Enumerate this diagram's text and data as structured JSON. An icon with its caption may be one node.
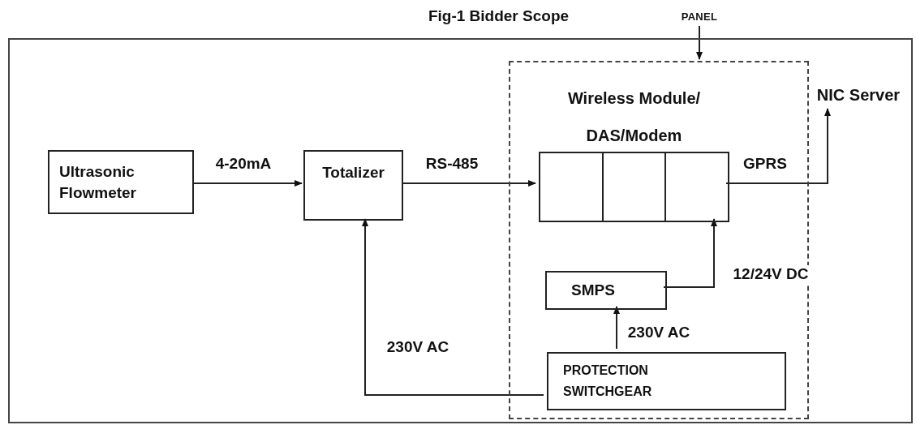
{
  "diagram": {
    "title": "Fig-1 Bidder Scope",
    "nodes": [
      {
        "text": [],
        "shape": "box"
      },
      {
        "text": [
          "PANEL"
        ]
      },
      {
        "text": [],
        "shape": "box",
        "in": 0
      },
      {
        "text": [
          "Ultrasonic Flowmeter"
        ],
        "in": 0
      },
      {
        "text": [
          "Totalizer"
        ],
        "in": 0
      },
      {
        "text": [
          "Wireless Module/ DAS/Modem"
        ],
        "in": 2
      },
      {
        "text": [
          "NIC Server"
        ],
        "in": 0
      },
      {
        "text": [
          "SMPS"
        ],
        "in": 2
      },
      {
        "text": [
          "PROTECTION SWITCHGEAR"
        ],
        "in": 2
      }
    ],
    "edges": [
      {
        "from": 1,
        "to": 2,
        "arrow": "to"
      },
      {
        "from": 3,
        "to": 4,
        "arrow": "to",
        "label": "4-20mA"
      },
      {
        "from": 4,
        "to": 5,
        "arrow": "to",
        "label": "RS-485"
      },
      {
        "from": 5,
        "to": 6,
        "arrow": "to",
        "label": "GPRS"
      },
      {
        "from": 7,
        "to": 5,
        "arrow": "to",
        "label": "12/24V DC"
      },
      {
        "from": 8,
        "to": 7,
        "arrow": "to",
        "label": "230V AC"
      },
      {
        "from": 8,
        "to": 4,
        "arrow": "to",
        "label": "230V AC"
      }
    ]
  }
}
